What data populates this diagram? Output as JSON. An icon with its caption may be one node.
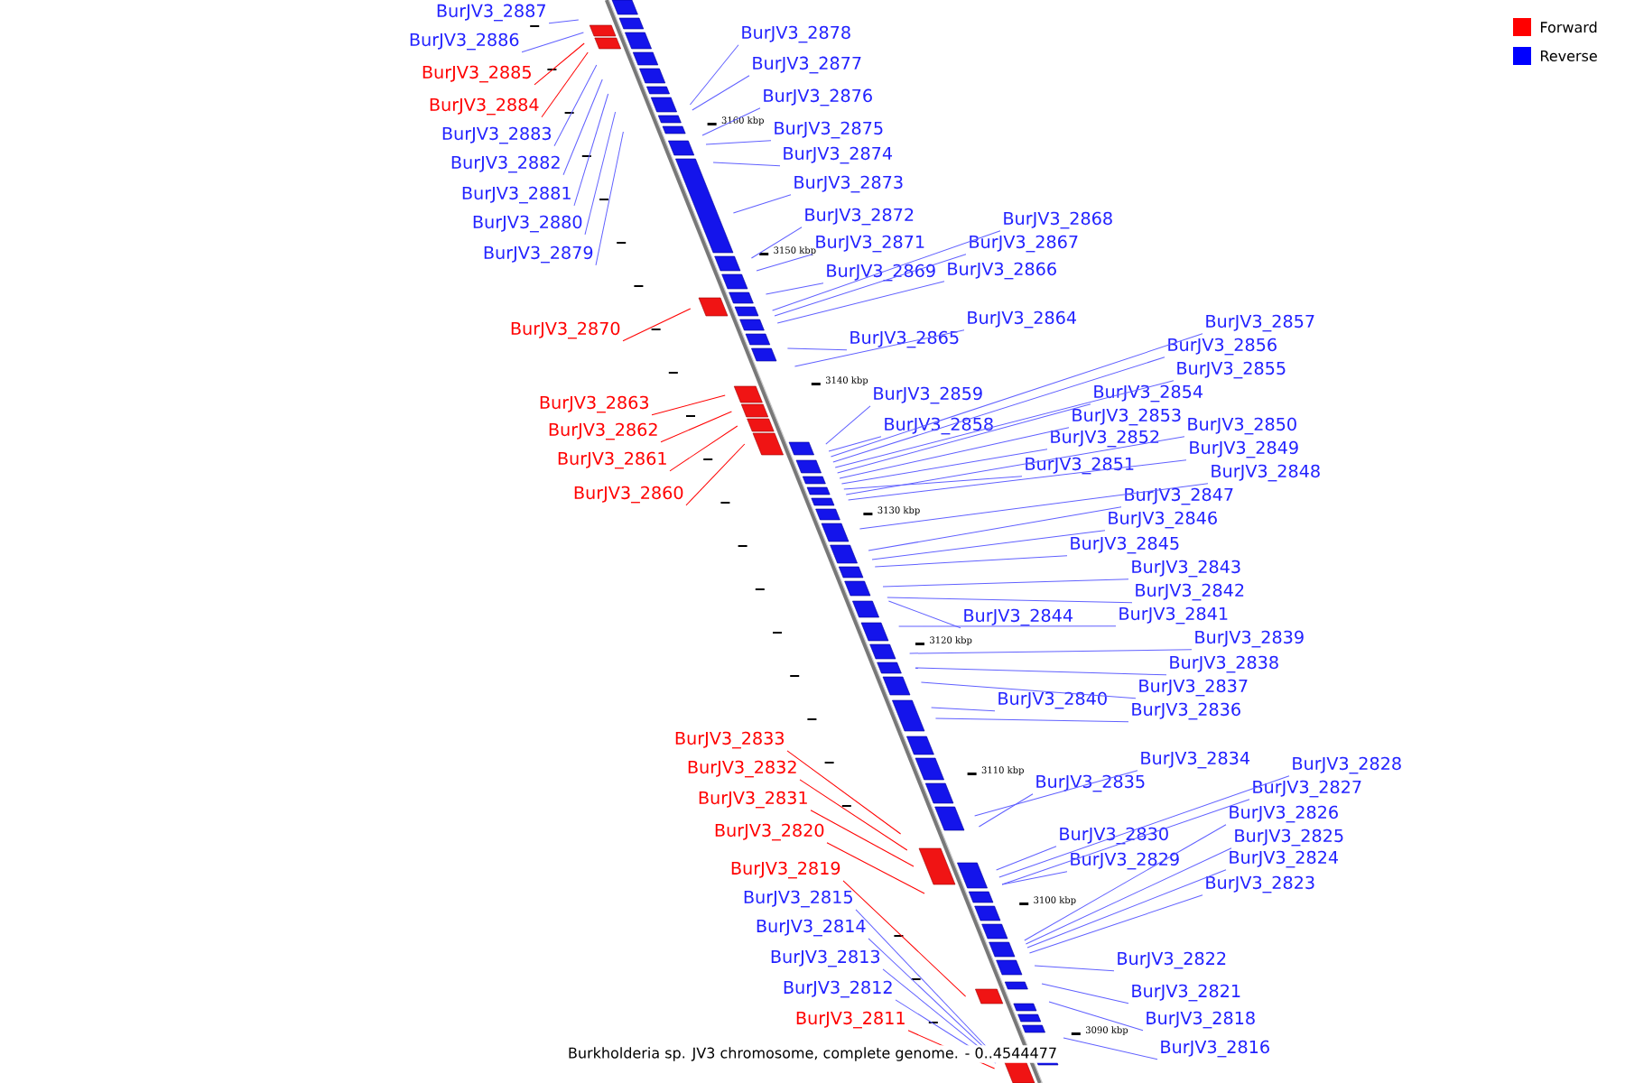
{
  "diagram": {
    "caption": "Burkholderia sp. JV3 chromosome, complete genome. - 0..4544477",
    "nodes": [
      {
        "text": [
          "BurJV3_2887"
        ]
      },
      {
        "text": [
          "BurJV3_2878"
        ]
      },
      {
        "text": [
          "BurJV3_2886"
        ]
      },
      {
        "text": [
          "BurJV3_2877"
        ]
      },
      {
        "text": [
          "BurJV3_2885"
        ]
      },
      {
        "text": [
          "BurJV3_2876"
        ]
      },
      {
        "text": [
          "BurJV3_2884"
        ]
      },
      {
        "text": [
          "BurJV3_2875"
        ]
      },
      {
        "text": [
          "BurJV3_2883"
        ]
      },
      {
        "text": [
          "BurJV3_2874"
        ]
      },
      {
        "text": [
          "BurJV3_2882"
        ]
      },
      {
        "text": [
          "BurJV3_2873"
        ]
      },
      {
        "text": [
          "BurJV3_2881"
        ]
      },
      {
        "text": [
          "BurJV3_2872"
        ]
      },
      {
        "text": [
          "BurJV3_2868"
        ]
      },
      {
        "text": [
          "BurJV3_2880"
        ]
      },
      {
        "text": [
          "BurJV3_2871"
        ]
      },
      {
        "text": [
          "BurJV3_2867"
        ]
      },
      {
        "text": [
          "BurJV3_2879"
        ]
      },
      {
        "text": [
          "BurJV3_2866"
        ]
      },
      {
        "text": [
          "BurJV3_2869"
        ]
      },
      {
        "text": [
          "BurJV3_2864"
        ]
      },
      {
        "text": [
          "BurJV3_2857"
        ]
      },
      {
        "text": [
          "BurJV3_2870"
        ]
      },
      {
        "text": [
          "BurJV3_2865"
        ]
      },
      {
        "text": [
          "BurJV3_2856"
        ]
      },
      {
        "text": [
          "BurJV3_2855"
        ]
      },
      {
        "text": [
          "BurJV3_2854"
        ]
      },
      {
        "text": [
          "BurJV3_2859"
        ]
      },
      {
        "text": [
          "BurJV3_2863"
        ]
      },
      {
        "text": [
          "BurJV3_2853"
        ]
      },
      {
        "text": [
          "BurJV3_2850"
        ]
      },
      {
        "text": [
          "BurJV3_2858"
        ]
      },
      {
        "text": [
          "BurJV3_2862"
        ]
      },
      {
        "text": [
          "BurJV3_2852"
        ]
      },
      {
        "text": [
          "BurJV3_2849"
        ]
      },
      {
        "text": [
          "BurJV3_2861"
        ]
      },
      {
        "text": [
          "BurJV3_2851"
        ]
      },
      {
        "text": [
          "BurJV3_2848"
        ]
      },
      {
        "text": [
          "BurJV3_2860"
        ]
      },
      {
        "text": [
          "BurJV3_2847"
        ]
      },
      {
        "text": [
          "BurJV3_2846"
        ]
      },
      {
        "text": [
          "BurJV3_2845"
        ]
      },
      {
        "text": [
          "BurJV3_2843"
        ]
      },
      {
        "text": [
          "BurJV3_2842"
        ]
      },
      {
        "text": [
          "BurJV3_2844"
        ]
      },
      {
        "text": [
          "BurJV3_2841"
        ]
      },
      {
        "text": [
          "BurJV3_2839"
        ]
      },
      {
        "text": [
          "BurJV3_2838"
        ]
      },
      {
        "text": [
          "BurJV3_2837"
        ]
      },
      {
        "text": [
          "BurJV3_2840"
        ]
      },
      {
        "text": [
          "BurJV3_2836"
        ]
      },
      {
        "text": [
          "BurJV3_2833"
        ]
      },
      {
        "text": [
          "BurJV3_2834"
        ]
      },
      {
        "text": [
          "BurJV3_2828"
        ]
      },
      {
        "text": [
          "BurJV3_2832"
        ]
      },
      {
        "text": [
          "BurJV3_2835"
        ]
      },
      {
        "text": [
          "BurJV3_2827"
        ]
      },
      {
        "text": [
          "BurJV3_2831"
        ]
      },
      {
        "text": [
          "BurJV3_2826"
        ]
      },
      {
        "text": [
          "BurJV3_2820"
        ]
      },
      {
        "text": [
          "BurJV3_2830"
        ]
      },
      {
        "text": [
          "BurJV3_2825"
        ]
      },
      {
        "text": [
          "BurJV3_2829"
        ]
      },
      {
        "text": [
          "BurJV3_2824"
        ]
      },
      {
        "text": [
          "BurJV3_2819"
        ]
      },
      {
        "text": [
          "BurJV3_2823"
        ]
      },
      {
        "text": [
          "BurJV3_2815"
        ]
      },
      {
        "text": [
          "BurJV3_2814"
        ]
      },
      {
        "text": [
          "BurJV3_2813"
        ]
      },
      {
        "text": [
          "BurJV3_2822"
        ]
      },
      {
        "text": [
          "BurJV3_2812"
        ]
      },
      {
        "text": [
          "BurJV3_2821"
        ]
      },
      {
        "text": [
          "BurJV3_2811"
        ]
      },
      {
        "text": [
          "BurJV3_2818"
        ]
      },
      {
        "text": [
          "BurJV3_2816"
        ]
      }
    ],
    "edges": [
      {
        "from": 0,
        "to": null,
        "arrow": "none"
      },
      {
        "from": 1,
        "to": null,
        "arrow": "none"
      },
      {
        "from": 2,
        "to": null,
        "arrow": "none"
      },
      {
        "from": 3,
        "to": null,
        "arrow": "none"
      },
      {
        "from": 4,
        "to": null,
        "arrow": "none",
        "color": "#ff0000"
      },
      {
        "from": 5,
        "to": null,
        "arrow": "none"
      },
      {
        "from": 6,
        "to": null,
        "arrow": "none",
        "color": "#ff0000"
      },
      {
        "from": 7,
        "to": null,
        "arrow": "none"
      },
      {
        "from": 8,
        "to": null,
        "arrow": "none"
      },
      {
        "from": 9,
        "to": null,
        "arrow": "none"
      },
      {
        "from": 10,
        "to": null,
        "arrow": "none"
      },
      {
        "from": 11,
        "to": null,
        "arrow": "none"
      },
      {
        "from": 12,
        "to": null,
        "arrow": "none"
      },
      {
        "from": 13,
        "to": null,
        "arrow": "none"
      },
      {
        "from": 14,
        "to": null,
        "arrow": "none"
      },
      {
        "from": 15,
        "to": null,
        "arrow": "none"
      },
      {
        "from": 16,
        "to": null,
        "arrow": "none"
      },
      {
        "from": 17,
        "to": null,
        "arrow": "none"
      },
      {
        "from": 18,
        "to": null,
        "arrow": "none"
      },
      {
        "from": 19,
        "to": null,
        "arrow": "none"
      },
      {
        "from": 20,
        "to": null,
        "arrow": "none"
      },
      {
        "from": 21,
        "to": null,
        "arrow": "none"
      },
      {
        "from": 22,
        "to": null,
        "arrow": "none"
      },
      {
        "from": 23,
        "to": null,
        "arrow": "none",
        "color": "#ff0000"
      },
      {
        "from": 24,
        "to": null,
        "arrow": "none"
      },
      {
        "from": 25,
        "to": null,
        "arrow": "none"
      },
      {
        "from": 26,
        "to": null,
        "arrow": "none"
      },
      {
        "from": 27,
        "to": null,
        "arrow": "none"
      },
      {
        "from": 28,
        "to": null,
        "arrow": "none"
      },
      {
        "from": 29,
        "to": null,
        "arrow": "none",
        "color": "#ff0000"
      },
      {
        "from": 30,
        "to": null,
        "arrow": "none"
      },
      {
        "from": 31,
        "to": null,
        "arrow": "none"
      },
      {
        "from": 32,
        "to": null,
        "arrow": "none"
      },
      {
        "from": 33,
        "to": null,
        "arrow": "none",
        "color": "#ff0000"
      },
      {
        "from": 34,
        "to": null,
        "arrow": "none"
      },
      {
        "from": 35,
        "to": null,
        "arrow": "none"
      },
      {
        "from": 36,
        "to": null,
        "arrow": "none",
        "color": "#ff0000"
      },
      {
        "from": 37,
        "to": null,
        "arrow": "none"
      },
      {
        "from": 38,
        "to": null,
        "arrow": "none"
      },
      {
        "from": 39,
        "to": null,
        "arrow": "none",
        "color": "#ff0000"
      },
      {
        "from": 40,
        "to": null,
        "arrow": "none"
      },
      {
        "from": 41,
        "to": null,
        "arrow": "none"
      },
      {
        "from": 42,
        "to": null,
        "arrow": "none"
      },
      {
        "from": 43,
        "to": null,
        "arrow": "none"
      },
      {
        "from": 44,
        "to": null,
        "arrow": "none"
      },
      {
        "from": 45,
        "to": null,
        "arrow": "none"
      },
      {
        "from": 46,
        "to": null,
        "arrow": "none"
      },
      {
        "from": 47,
        "to": null,
        "arrow": "none"
      },
      {
        "from": 48,
        "to": null,
        "arrow": "none"
      },
      {
        "from": 49,
        "to": null,
        "arrow": "none"
      },
      {
        "from": 50,
        "to": null,
        "arrow": "none"
      },
      {
        "from": 51,
        "to": null,
        "arrow": "none"
      },
      {
        "from": 52,
        "to": null,
        "arrow": "none",
        "color": "#ff0000"
      },
      {
        "from": 53,
        "to": null,
        "arrow": "none"
      },
      {
        "from": 54,
        "to": null,
        "arrow": "none"
      },
      {
        "from": 55,
        "to": null,
        "arrow": "none",
        "color": "#ff0000"
      },
      {
        "from": 56,
        "to": null,
        "arrow": "none"
      },
      {
        "from": 57,
        "to": null,
        "arrow": "none"
      },
      {
        "from": 58,
        "to": null,
        "arrow": "none",
        "color": "#ff0000"
      },
      {
        "from": 59,
        "to": null,
        "arrow": "none"
      },
      {
        "from": 60,
        "to": null,
        "arrow": "none",
        "color": "#ff0000"
      },
      {
        "from": 61,
        "to": null,
        "arrow": "none"
      },
      {
        "from": 62,
        "to": null,
        "arrow": "none"
      },
      {
        "from": 63,
        "to": null,
        "arrow": "none"
      },
      {
        "from": 64,
        "to": null,
        "arrow": "none"
      },
      {
        "from": 65,
        "to": null,
        "arrow": "none",
        "color": "#ff0000"
      },
      {
        "from": 66,
        "to": null,
        "arrow": "none"
      },
      {
        "from": 67,
        "to": null,
        "arrow": "none"
      },
      {
        "from": 68,
        "to": null,
        "arrow": "none"
      },
      {
        "from": 69,
        "to": null,
        "arrow": "none"
      },
      {
        "from": 70,
        "to": null,
        "arrow": "none"
      },
      {
        "from": 71,
        "to": null,
        "arrow": "none"
      },
      {
        "from": 72,
        "to": null,
        "arrow": "none"
      },
      {
        "from": 73,
        "to": null,
        "arrow": "none",
        "color": "#ff0000"
      },
      {
        "from": 74,
        "to": null,
        "arrow": "none"
      },
      {
        "from": 75,
        "to": null,
        "arrow": "none"
      }
    ],
    "labels": [
      "3160 kbp",
      "3150 kbp",
      "3140 kbp",
      "3130 kbp",
      "3120 kbp",
      "3110 kbp",
      "3100 kbp",
      "3090 kbp"
    ],
    "legend": [
      {
        "text": "Forward",
        "color": "#ff0000"
      },
      {
        "text": "Reverse",
        "color": "#0000ff"
      }
    ]
  }
}
